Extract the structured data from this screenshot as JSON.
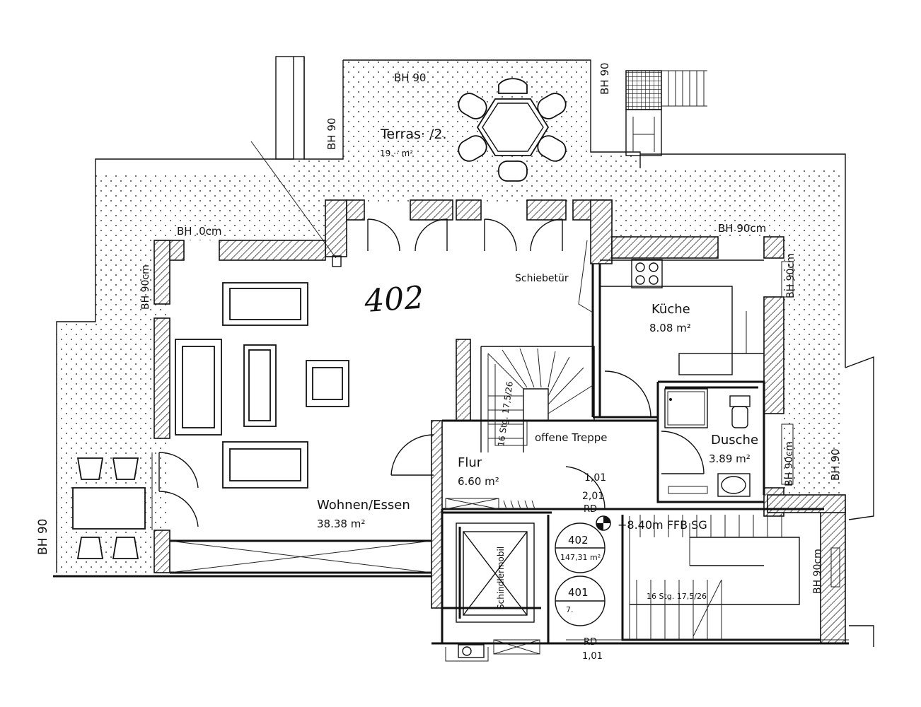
{
  "plan": {
    "unit_number": "402",
    "rooms": {
      "terrace_name": "Terras· /2.",
      "terrace_area": "19.·· m²",
      "kitchen_name": "Küche",
      "kitchen_area": "8.08 m²",
      "shower_name": "Dusche",
      "shower_area": "3.89 m²",
      "hall_name": "Flur",
      "hall_area": "6.60 m²",
      "living_name": "Wohnen/Essen",
      "living_area": "38.38 m²"
    },
    "parapet_labels": {
      "terrace_top": "BH 90",
      "terrace_left": "BH 90",
      "terrace_right": "BH 90",
      "upper_left": "BH .0cm",
      "left_side": "BH 90cm",
      "right_top": "BH 90cm",
      "kitchen_side": "BH 90cm",
      "shower_side": "BH 90cm",
      "far_right": "BH 90",
      "stair_side": "BH 90cm",
      "bottom_left": "BH 90"
    },
    "annotations": {
      "sliding_door": "Schiebetür",
      "open_stair": "offene Treppe",
      "inner_stair_spec": "16 Stg. 17,5/26",
      "outer_stair_spec": "16 Stg. 17,5/26",
      "door_height_top": "1,01",
      "door_height_bottom": "2,01",
      "rd_top": "RD",
      "rd_bottom": "RD",
      "bottom_door_height": "1,01",
      "level_mark": "+8.40m FFB SG",
      "lift_label": "Schindlermobil"
    },
    "unit_badges": {
      "badge_a_number": "402",
      "badge_a_area": "147,31 m²",
      "badge_b_number": "401",
      "badge_b_area": "7."
    },
    "icons": [
      "table-and-chairs-icon",
      "hob-icon",
      "shower-icon",
      "toilet-icon",
      "washbasin-icon",
      "elevator-icon",
      "level-marker-icon"
    ]
  }
}
